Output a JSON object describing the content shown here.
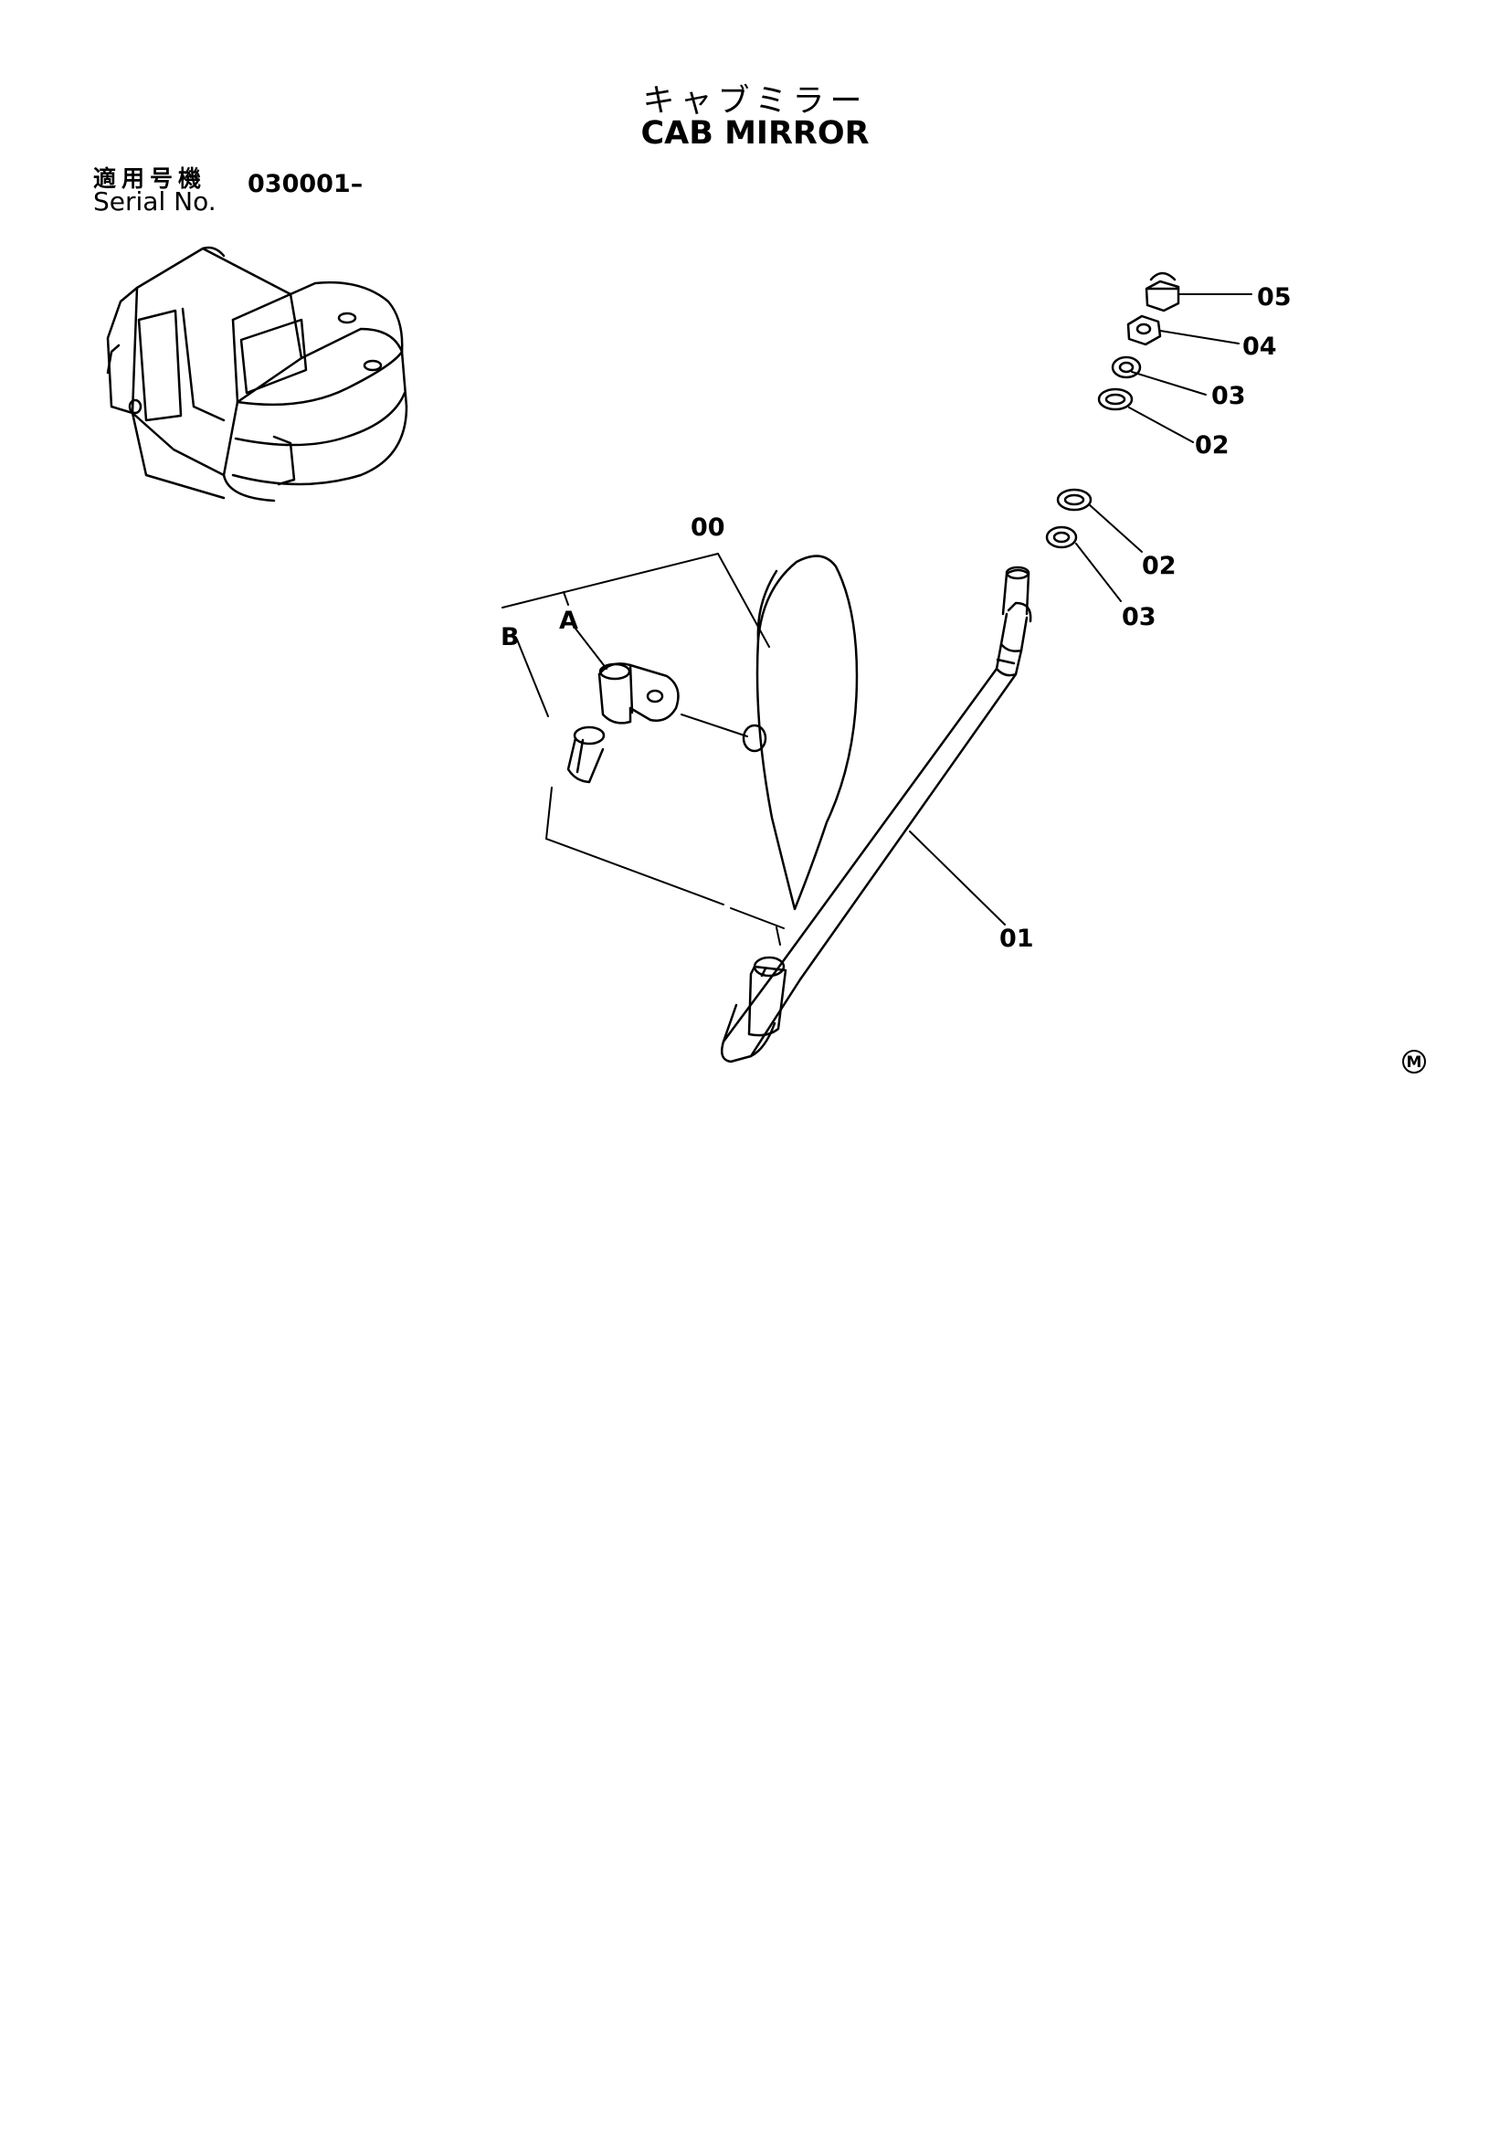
{
  "header": {
    "title_jp": "キャブミラー",
    "title_en": "CAB MIRROR",
    "serial_label_jp": "適用号機",
    "serial_label_en": "Serial No.",
    "serial_value": "030001–"
  },
  "callouts": {
    "mirror_assy": "00",
    "stay": "01",
    "washer_upper": "02",
    "washer_top_set": "02",
    "lock_washer_upper": "03",
    "lock_washer_top_set": "03",
    "nut": "04",
    "cap_nut": "05",
    "sub_a": "A",
    "sub_b": "B"
  },
  "footer": {
    "mark": "M"
  }
}
